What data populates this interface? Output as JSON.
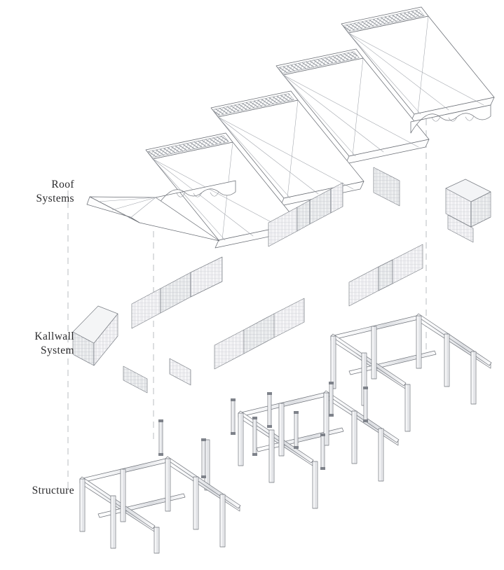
{
  "diagram": {
    "title": "Exploded Axonometric Building Assembly",
    "type": "exploded-axonometric",
    "background_color": "#ffffff",
    "line_color": "#5c5f66",
    "hatch_color": "#b9bcc3",
    "guide_color": "#c3c5ca",
    "text_color": "#2a2a2c"
  },
  "labels": {
    "roof": "Roof\nSystems",
    "kalwall": "Kallwall\nSystem",
    "structure": "Structure"
  },
  "layers": [
    {
      "id": "roof-systems",
      "label": "Roof Systems",
      "description": "Sawtooth barrel-vault roof with linear skylight strips",
      "bay_count": 5,
      "feature": "skylight-strip"
    },
    {
      "id": "kalwall-system",
      "label": "Kallwall System",
      "description": "Translucent hatched wall panels, stepped and freestanding",
      "panel_count": 18
    },
    {
      "id": "structure",
      "label": "Structure",
      "description": "Post and beam steel frame with columns, beams and diagonal braces",
      "frame_count": 3,
      "hanger_count": 9
    }
  ],
  "guides": {
    "count": 3,
    "style": "dashed-vertical"
  }
}
